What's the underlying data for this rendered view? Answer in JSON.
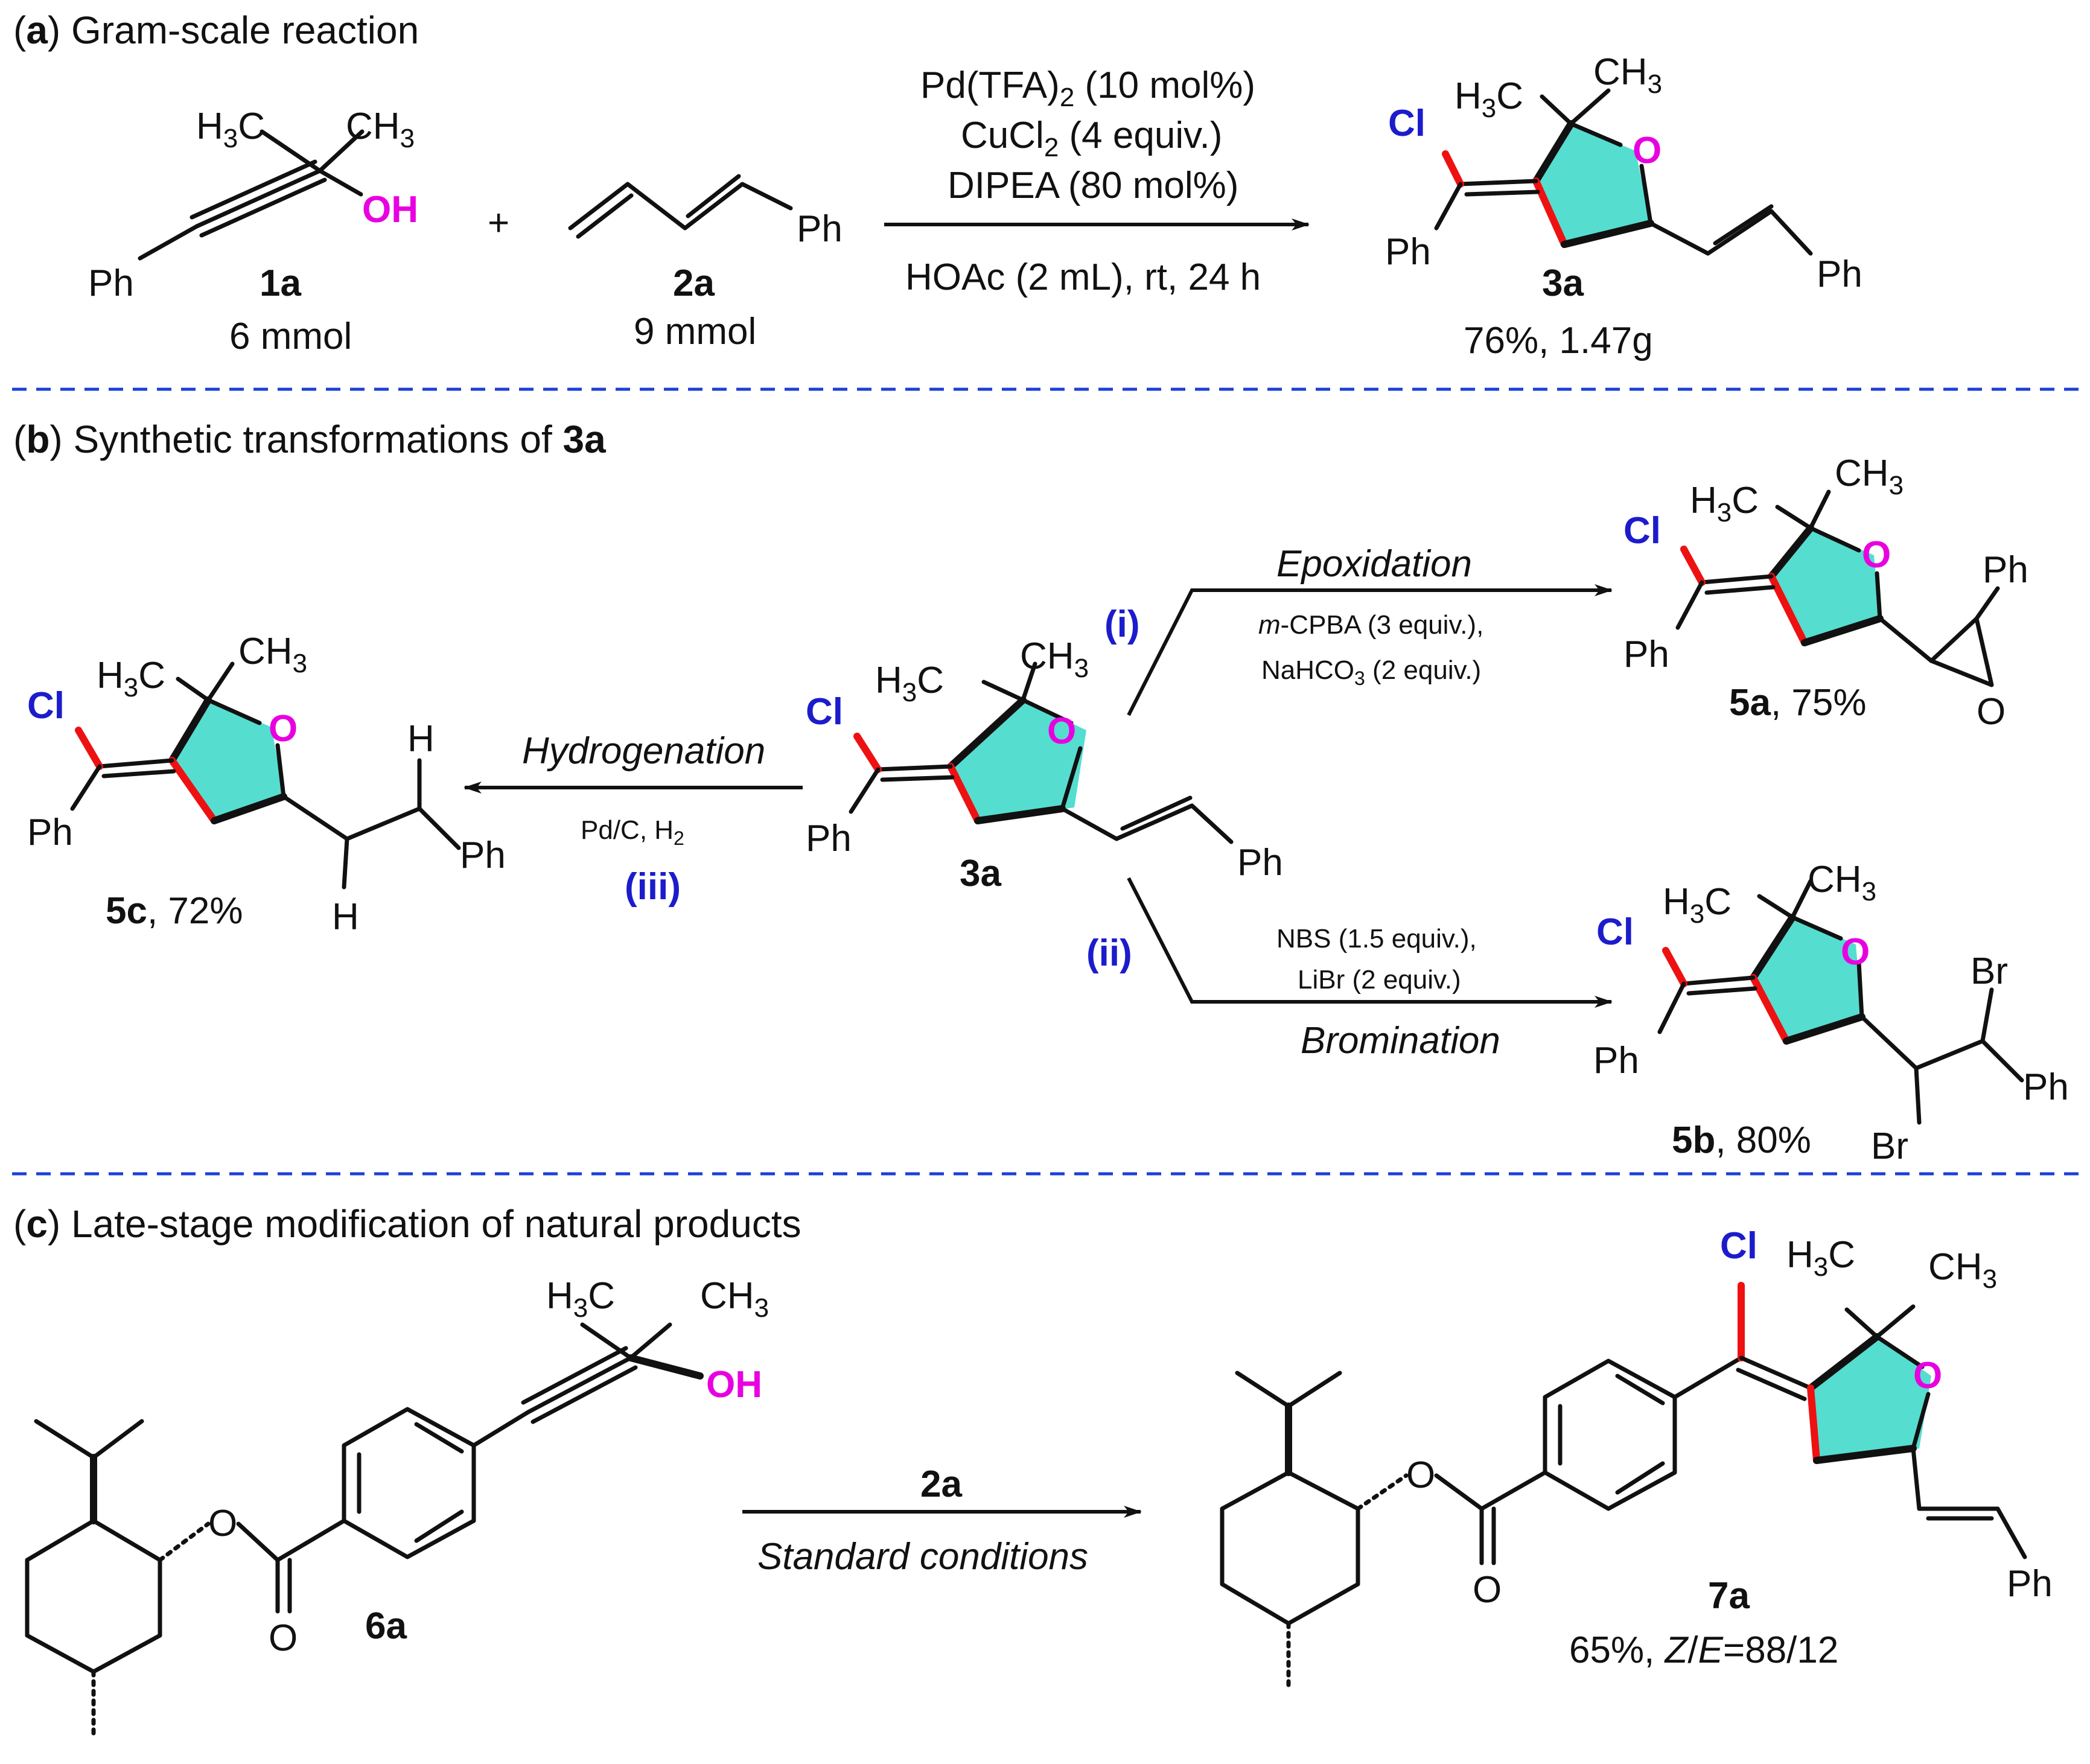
{
  "section_a": {
    "label": "a",
    "title": "Gram-scale reaction",
    "sm1": {
      "id": "1a",
      "amount": "6 mmol",
      "h3c": "H3C",
      "ch3": "CH3",
      "oh": "OH",
      "ph": "Ph"
    },
    "plus": "+",
    "sm2": {
      "id": "2a",
      "amount": "9 mmol",
      "ph": "Ph"
    },
    "conditions": [
      "Pd(TFA)2 (10 mol%)",
      "CuCl2 (4 equiv.)",
      "DIPEA (80 mol%)"
    ],
    "conditions_below": "HOAc (2 mL), rt, 24 h",
    "product": {
      "id": "3a",
      "yield": "76%, 1.47g"
    }
  },
  "section_b": {
    "label": "b",
    "title_prefix": "Synthetic transformations of",
    "title_bold": "3a",
    "center": {
      "id": "3a"
    },
    "epoxidation": {
      "step": "(i)",
      "name": "Epoxidation",
      "reagent1_italic": "m",
      "reagent1_rest": "-CPBA (3 equiv.),",
      "reagent2": "NaHCO3 (2 equiv.)",
      "product_id": "5a",
      "yield": ", 75%"
    },
    "bromination": {
      "step": "(ii)",
      "name": "Bromination",
      "reagent1": "NBS (1.5 equiv.),",
      "reagent2": "LiBr (2 equiv.)",
      "product_id": "5b",
      "yield": ", 80%"
    },
    "hydrogenation": {
      "step": "(iii)",
      "name": "Hydrogenation",
      "reagent": "Pd/C, H2",
      "product_id": "5c",
      "yield": ", 72%"
    }
  },
  "section_c": {
    "label": "c",
    "title": "Late-stage modification of natural products",
    "sm": {
      "id": "6a"
    },
    "reagent_bold": "2a",
    "condition": "Standard conditions",
    "product": {
      "id": "7a",
      "yield_prefix": "65%, ",
      "ratio_z": "Z",
      "ratio_slash": "/",
      "ratio_e": "E",
      "ratio_value": "=88/12"
    }
  },
  "atoms": {
    "cl": "Cl",
    "o": "O",
    "ph": "Ph",
    "br": "Br",
    "h": "H",
    "h3c": "H3C",
    "ch3": "CH3",
    "oh": "OH"
  },
  "colors": {
    "ring_fill": "#55ddd0",
    "new_bond": "#ee1111",
    "chlorine": "#1c1ccc",
    "oxygen": "#e800e0",
    "divider": "#1c3fd6"
  }
}
